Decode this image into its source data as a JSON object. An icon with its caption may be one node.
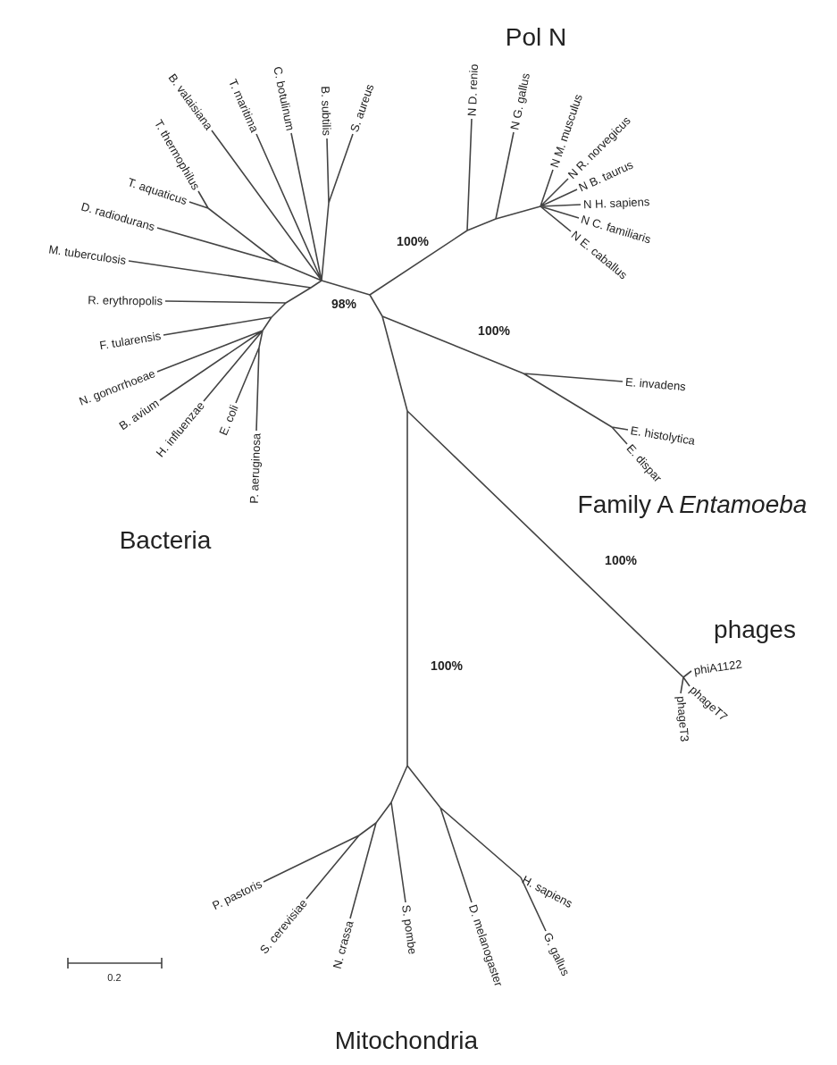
{
  "diagram": {
    "labels": [
      "Pol N",
      "B. valaisiana",
      "T. maritima",
      "C. botulinum",
      "B. subtilis",
      "S. aureus",
      "T. thermophilus",
      "T. aquaticus",
      "N D. renio",
      "N G. gallus",
      "N M. musculus",
      "N R. norvegicus",
      "N B. taurus",
      "N H. sapiens",
      "D. radiodurans",
      "N C. familiaris",
      "100%",
      "N E. caballus",
      "M. tuberculosis",
      "R. erythropolis",
      "98%",
      "100%",
      "F. tularensis",
      "E. invadens",
      "N. gonorrhoeae",
      "B. avium",
      "E. histolytica",
      "H. influenzae",
      "E. coli",
      "E. dispar",
      "P. aeruginosa",
      "Family A *Entamoeba*",
      "Bacteria",
      "100%",
      "phages",
      "100%",
      "phiA1122",
      "phageT7",
      "phageT3",
      "P. pastoris",
      "S. cerevisiae",
      "N. crassa",
      "S. pombe",
      "D. melanogaster",
      "H. sapiens",
      "G. gallus",
      "0.2",
      "Mitochondria"
    ]
  }
}
